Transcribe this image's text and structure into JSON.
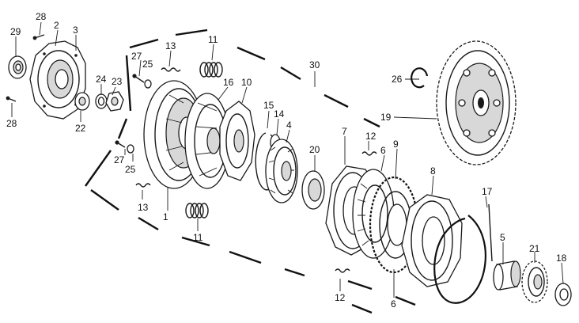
{
  "labels": {
    "p28a": "28",
    "p29": "29",
    "p2": "2",
    "p3": "3",
    "p28b": "28",
    "p22": "22",
    "p24": "24",
    "p23": "23",
    "p27a": "27",
    "p25a": "25",
    "p13a": "13",
    "p11a": "11",
    "p16": "16",
    "p10": "10",
    "p30": "30",
    "p26": "26",
    "p19": "19",
    "p15": "15",
    "p14": "14",
    "p4": "4",
    "p27b": "27",
    "p25b": "25",
    "p13b": "13",
    "p1": "1",
    "p11b": "11",
    "p20": "20",
    "p7": "7",
    "p12a": "12",
    "p6a": "6",
    "p9": "9",
    "p8": "8",
    "p17": "17",
    "p5": "5",
    "p21": "21",
    "p18": "18",
    "p12b": "12",
    "p6b": "6"
  }
}
